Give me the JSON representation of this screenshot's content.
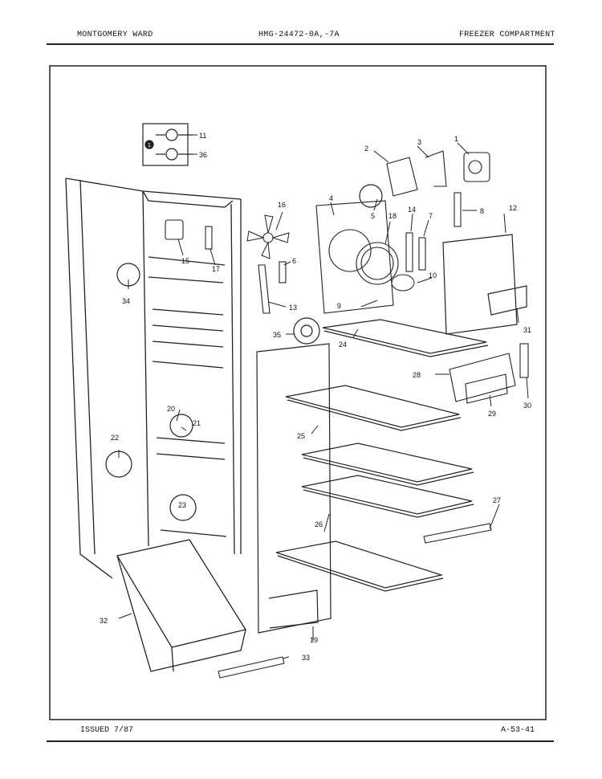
{
  "header": {
    "brand": "MONTGOMERY WARD",
    "model": "HMG-24472-0A,-7A",
    "section": "FREEZER COMPARTMENT"
  },
  "footer": {
    "issued": "ISSUED 7/87",
    "page_code": "A-53-41"
  },
  "callouts": {
    "c1": "1",
    "c2": "2",
    "c3": "3",
    "c4": "4",
    "c5": "5",
    "c6": "6",
    "c7": "7",
    "c8": "8",
    "c9": "9",
    "c10": "10",
    "c11": "11",
    "c12": "12",
    "c13": "13",
    "c14": "14",
    "c15": "15",
    "c16": "16",
    "c17": "17",
    "c18": "18",
    "c19": "19",
    "c20": "20",
    "c21": "21",
    "c22": "22",
    "c23": "23",
    "c24": "24",
    "c25": "25",
    "c26": "26",
    "c27": "27",
    "c28": "28",
    "c29": "29",
    "c30": "30",
    "c31": "31",
    "c32": "32",
    "c33": "33",
    "c34": "34",
    "c35": "35",
    "c36": "36"
  },
  "legend_marker": "1"
}
